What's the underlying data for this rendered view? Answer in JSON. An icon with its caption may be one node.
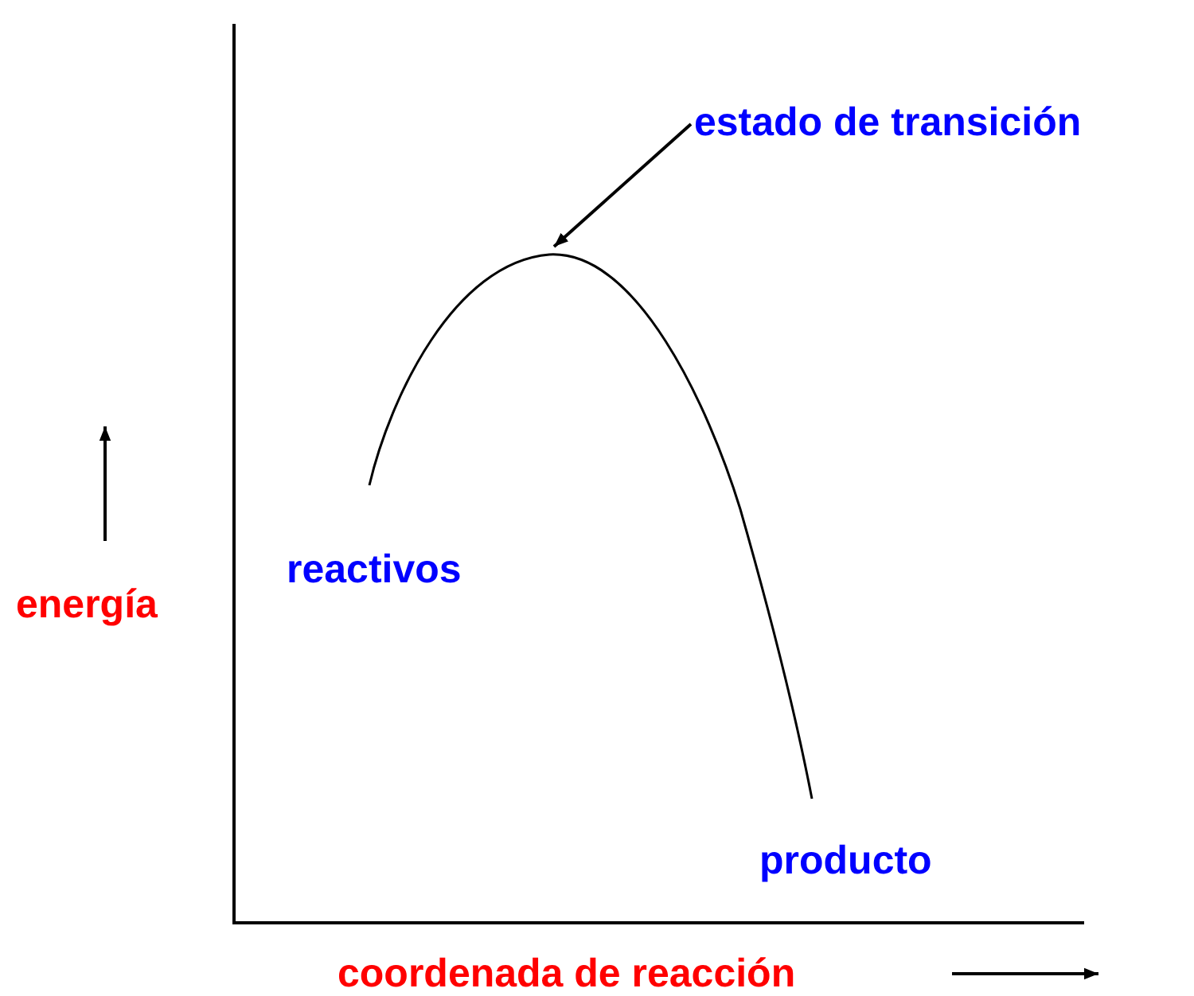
{
  "diagram": {
    "nodes": [
      {
        "text": [
          "estado de transición"
        ]
      },
      {
        "text": [],
        "shape": "curve"
      }
    ],
    "edges": [
      {
        "from": 0,
        "to": 1,
        "arrow": "to"
      }
    ],
    "labels": [
      "reactivos",
      "energía",
      "producto",
      "coordenada de reacción"
    ]
  }
}
